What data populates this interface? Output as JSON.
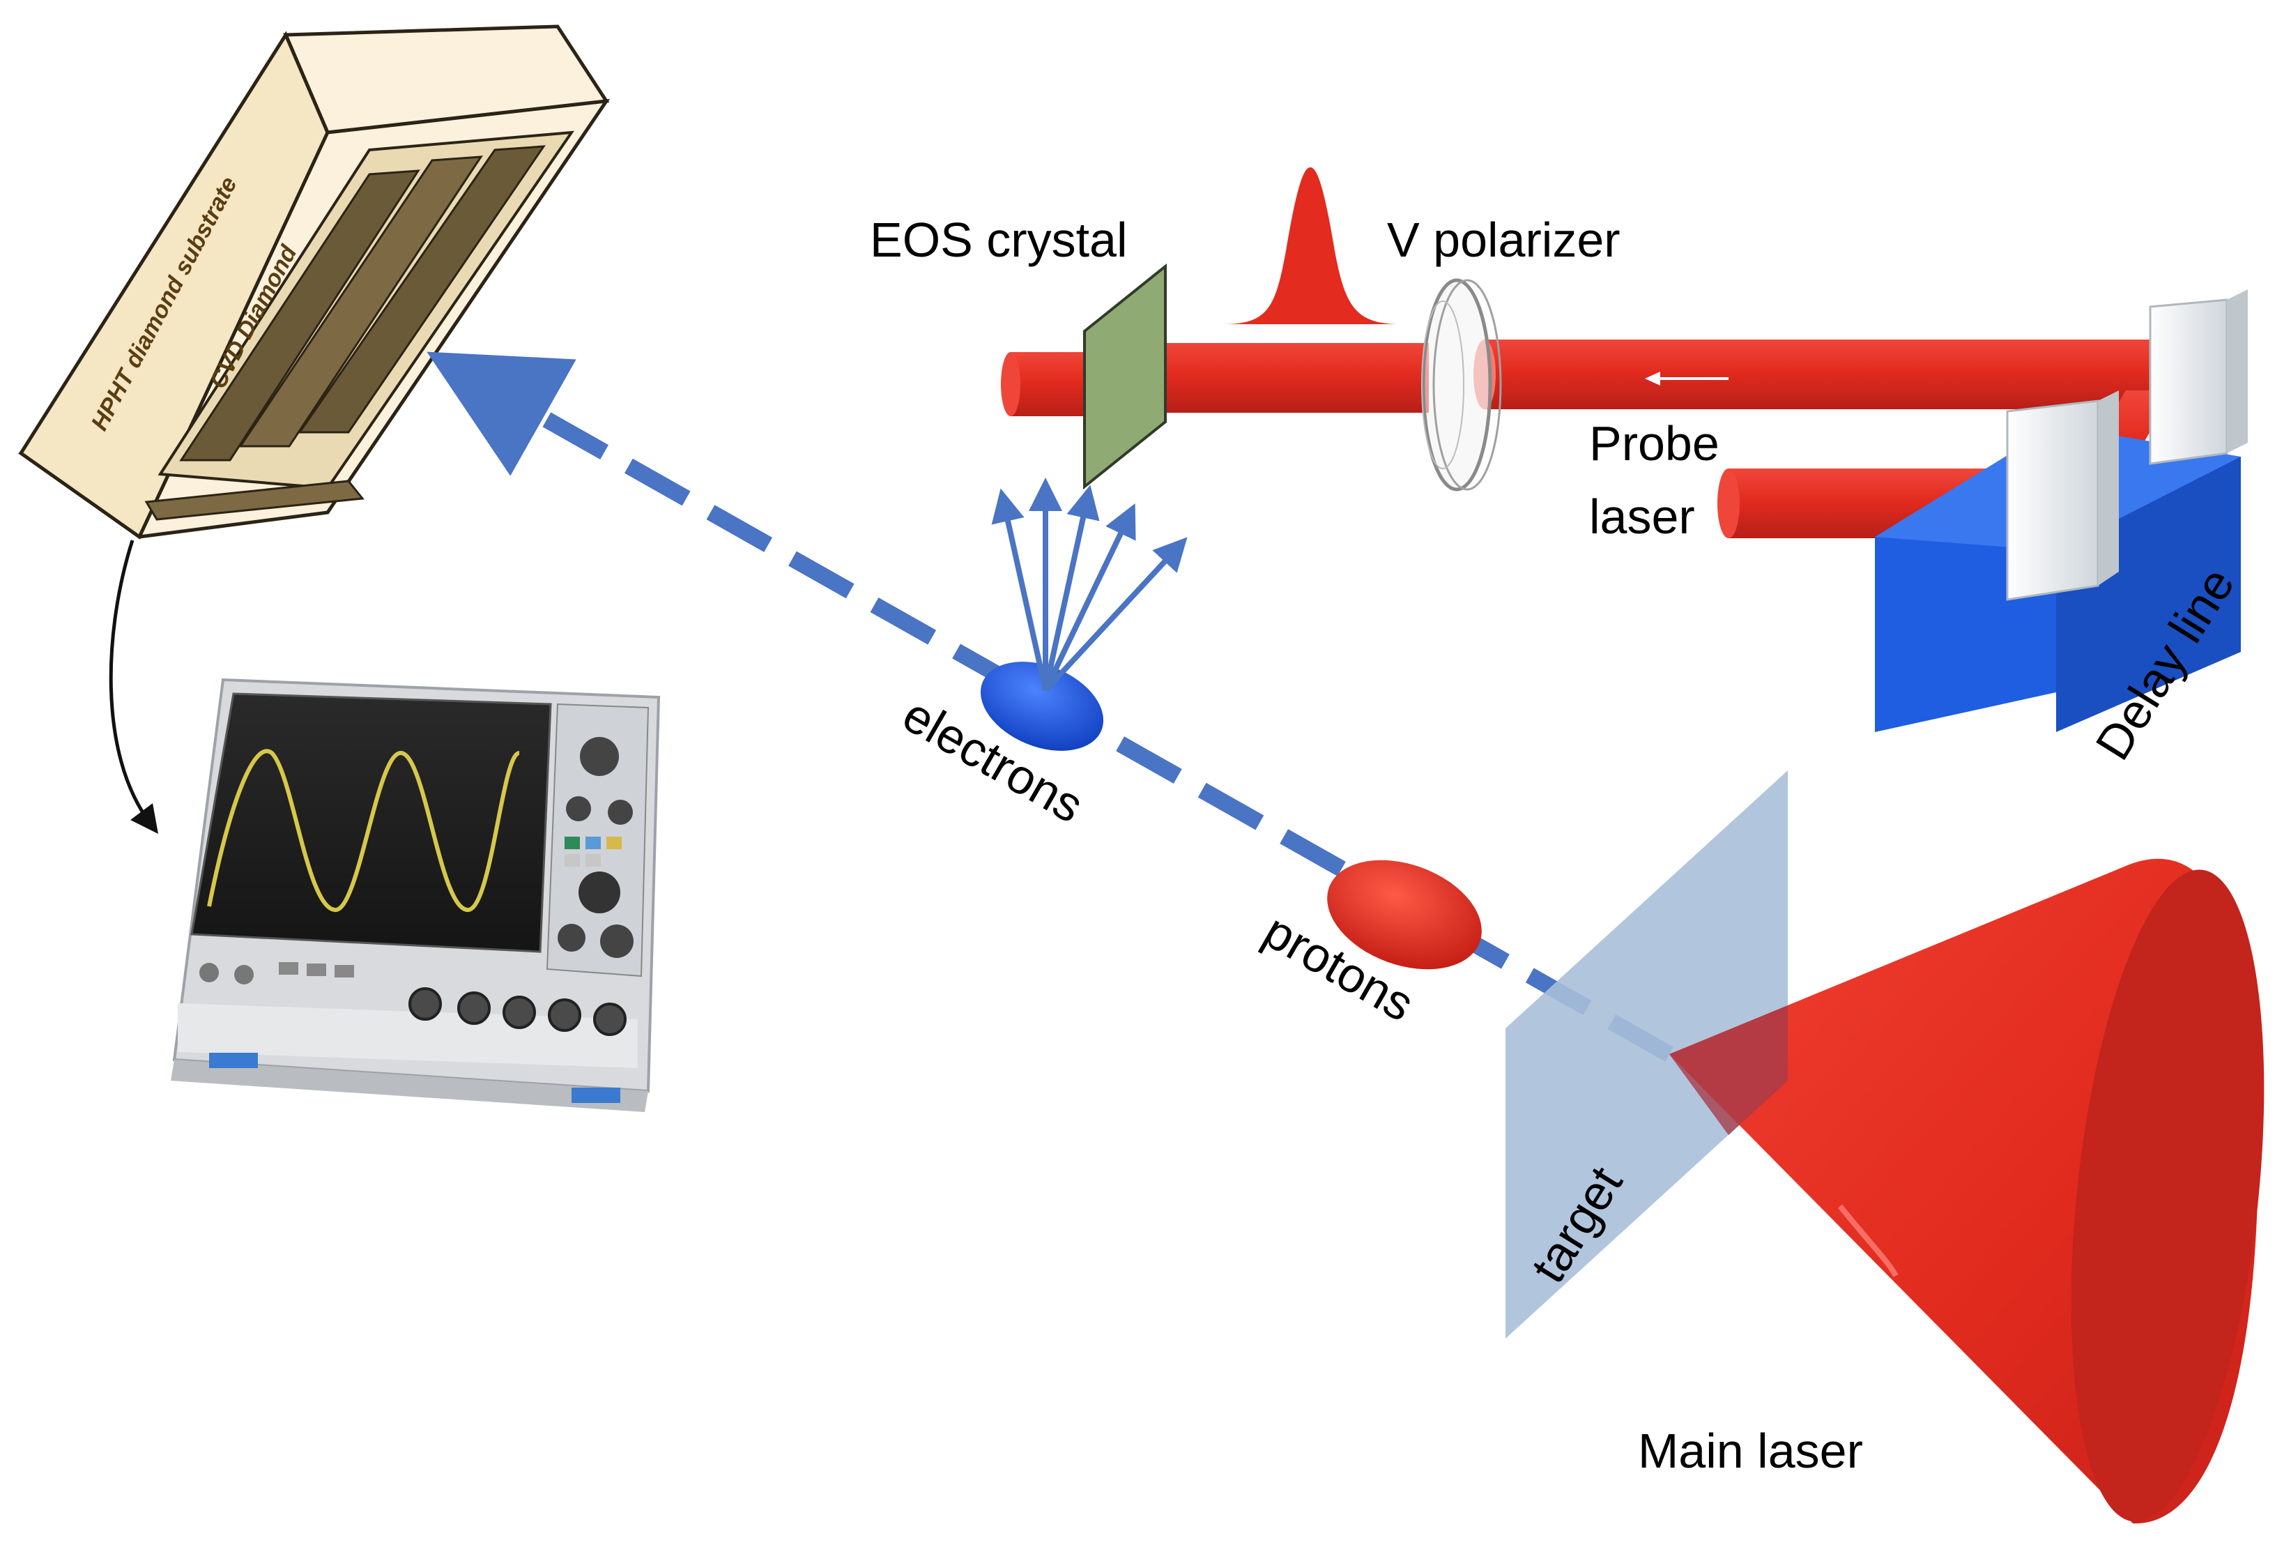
{
  "labels": {
    "eos_crystal": "EOS crystal",
    "v_polarizer": "V polarizer",
    "probe_laser_line1": "Probe",
    "probe_laser_line2": "laser",
    "delay_line": "Delay line",
    "electrons": "electrons",
    "protons": "protons",
    "target": "target",
    "main_laser": "Main laser"
  },
  "detector": {
    "substrate_label": "HPHT diamond substrate",
    "layer_label": "CVD Diamond"
  },
  "colors": {
    "laser_red": "#e32b1f",
    "laser_red_dark": "#b71f18",
    "electron_blue": "#1d55d8",
    "beam_path_blue": "#4a74c4",
    "delay_stage_blue": "#1f5ee0",
    "crystal_green": "#8faa72",
    "target_gray_blue": "#a9bfd9",
    "detector_cream": "#fbf1dc",
    "detector_outline": "#2b2416"
  },
  "icons": {
    "oscilloscope": "oscilloscope-icon",
    "detector": "diamond-detector-icon",
    "pulse": "gaussian-pulse-icon"
  }
}
